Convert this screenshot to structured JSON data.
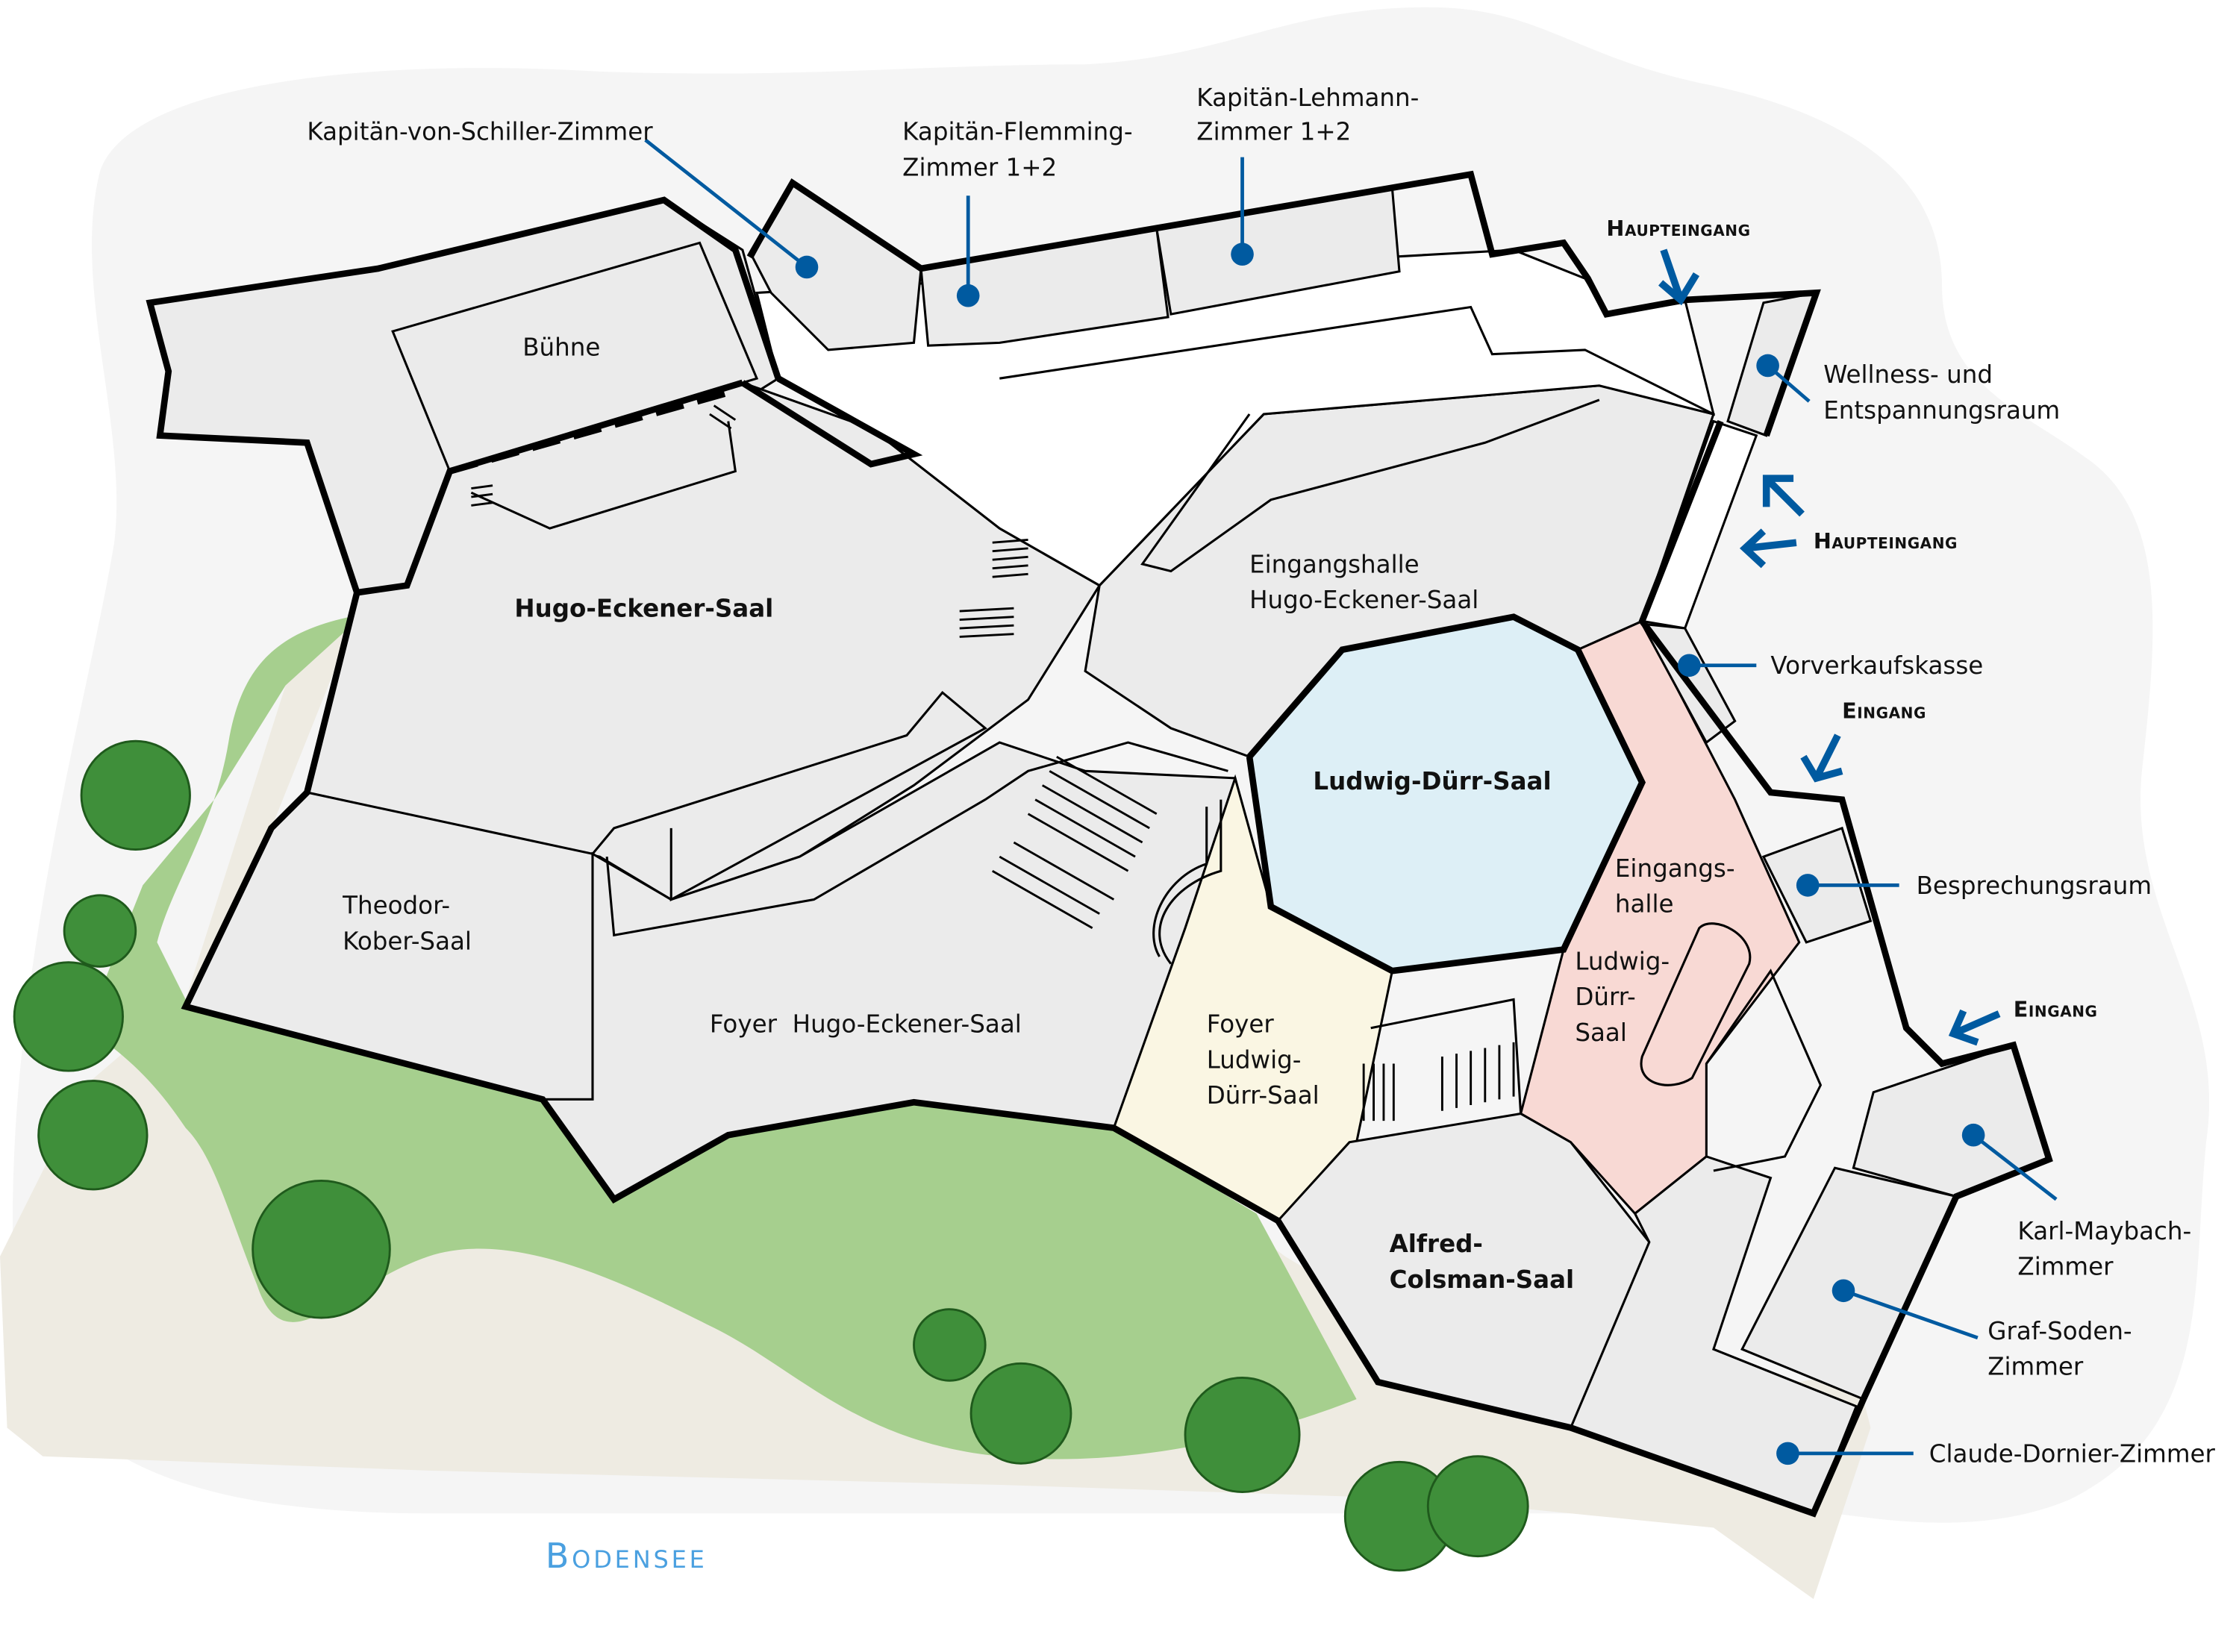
{
  "title": "Graf-Zeppelin-Haus Lageplan",
  "colors": {
    "pin": "#005aa0",
    "lake_label": "#4aa0e0",
    "lawn": "#a6cf8e",
    "ground": "#eeebe2",
    "surround": "#f5f5f5",
    "room_gray": "#ebebeb",
    "ludwig_duerr_saal": "#ddeff6",
    "eingangshalle_ludwig_duerr": "#f8d9d4",
    "foyer_ludwig_duerr": "#faf6e3",
    "tree": "#3f8f3a"
  },
  "rooms": {
    "buehne": "Bühne",
    "hugo_eckener_saal": "Hugo-Eckener-Saal",
    "theodor_kober_saal": [
      "Theodor-",
      "Kober-Saal"
    ],
    "foyer_hugo_eckener": "Foyer  Hugo-Eckener-Saal",
    "eingangshalle_hugo_eckener": [
      "Eingangshalle",
      "Hugo-Eckener-Saal"
    ],
    "ludwig_duerr_saal": "Ludwig-Dürr-Saal",
    "eingangshalle_ludwig_duerr": [
      "Eingangs-",
      "halle",
      "Ludwig-",
      "Dürr-",
      "Saal"
    ],
    "foyer_ludwig_duerr": [
      "Foyer",
      "Ludwig-",
      "Dürr-Saal"
    ],
    "alfred_colsman_saal": [
      "Alfred-",
      "Colsman-Saal"
    ]
  },
  "callouts": {
    "kapitaen_von_schiller": "Kapitän-von-Schiller-Zimmer",
    "kapitaen_flemming": [
      "Kapitän-Flemming-",
      "Zimmer 1+2"
    ],
    "kapitaen_lehmann": [
      "Kapitän-Lehmann-",
      "Zimmer 1+2"
    ],
    "wellness": [
      "Wellness- und",
      "Entspannungsraum"
    ],
    "vorverkaufskasse": "Vorverkaufskasse",
    "besprechungsraum": "Besprechungsraum",
    "karl_maybach": [
      "Karl-Maybach-",
      "Zimmer"
    ],
    "graf_soden": [
      "Graf-Soden-",
      "Zimmer"
    ],
    "claude_dornier": "Claude-Dornier-Zimmer"
  },
  "entrances": {
    "haupteingang_top": "Haupteingang",
    "haupteingang_right": "Haupteingang",
    "eingang_upper": "Eingang",
    "eingang_lower": "Eingang"
  },
  "lake": "Bodensee"
}
